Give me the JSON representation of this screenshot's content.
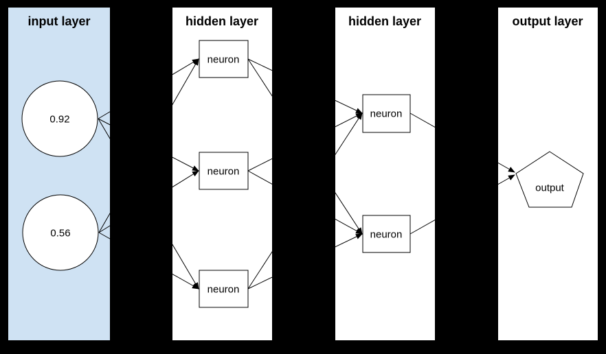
{
  "diagram": {
    "type": "feedforward-neural-network",
    "colors": {
      "background": "#000000",
      "input_panel": "#cfe2f3",
      "hidden_panel": "#ffffff",
      "output_panel": "#ffffff",
      "node_fill": "#ffffff",
      "stroke": "#000000",
      "text": "#000000"
    },
    "layers": [
      {
        "id": "input",
        "title": "input layer",
        "nodes": [
          {
            "id": "i1",
            "shape": "circle",
            "label": "0.92"
          },
          {
            "id": "i2",
            "shape": "circle",
            "label": "0.56"
          }
        ]
      },
      {
        "id": "hidden1",
        "title": "hidden layer",
        "nodes": [
          {
            "id": "h1n1",
            "shape": "rect",
            "label": "neuron"
          },
          {
            "id": "h1n2",
            "shape": "rect",
            "label": "neuron"
          },
          {
            "id": "h1n3",
            "shape": "rect",
            "label": "neuron"
          }
        ]
      },
      {
        "id": "hidden2",
        "title": "hidden layer",
        "nodes": [
          {
            "id": "h2n1",
            "shape": "rect",
            "label": "neuron"
          },
          {
            "id": "h2n2",
            "shape": "rect",
            "label": "neuron"
          }
        ]
      },
      {
        "id": "output",
        "title": "output layer",
        "nodes": [
          {
            "id": "o1",
            "shape": "pentagon",
            "label": "output"
          }
        ]
      }
    ],
    "edges": [
      {
        "from": "i1",
        "to": "h1n1"
      },
      {
        "from": "i1",
        "to": "h1n2"
      },
      {
        "from": "i1",
        "to": "h1n3"
      },
      {
        "from": "i2",
        "to": "h1n1"
      },
      {
        "from": "i2",
        "to": "h1n2"
      },
      {
        "from": "i2",
        "to": "h1n3"
      },
      {
        "from": "h1n1",
        "to": "h2n1"
      },
      {
        "from": "h1n1",
        "to": "h2n2"
      },
      {
        "from": "h1n2",
        "to": "h2n1"
      },
      {
        "from": "h1n2",
        "to": "h2n2"
      },
      {
        "from": "h1n3",
        "to": "h2n1"
      },
      {
        "from": "h1n3",
        "to": "h2n2"
      },
      {
        "from": "h2n1",
        "to": "o1"
      },
      {
        "from": "h2n2",
        "to": "o1"
      }
    ]
  }
}
